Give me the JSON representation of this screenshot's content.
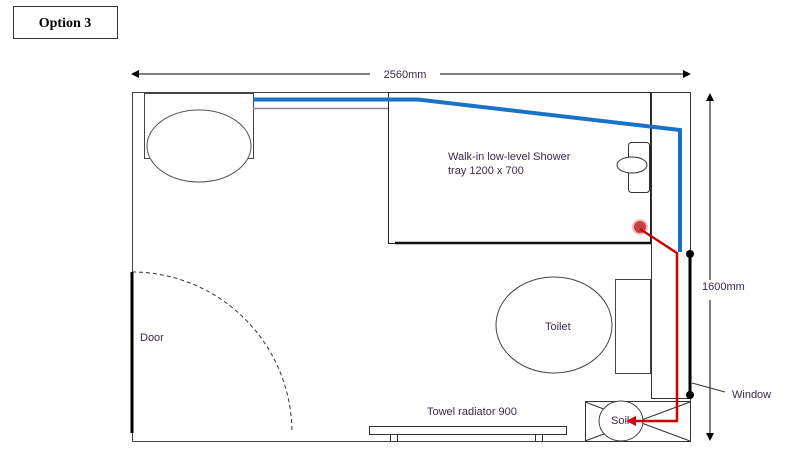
{
  "title": "Option 3",
  "dimensions": {
    "width_label": "2560mm",
    "height_label": "1600mm"
  },
  "labels": {
    "shower_line1": "Walk-in low-level Shower",
    "shower_line2": "tray 1200  x 700",
    "toilet": "Toilet",
    "door": "Door",
    "towel_radiator": "Towel radiator 900",
    "soil": "Soil",
    "window": "Window"
  },
  "colors": {
    "water_pipe": "#1a72c8",
    "waste_pipe": "#cc0000",
    "waste_dot": "#c84040"
  }
}
